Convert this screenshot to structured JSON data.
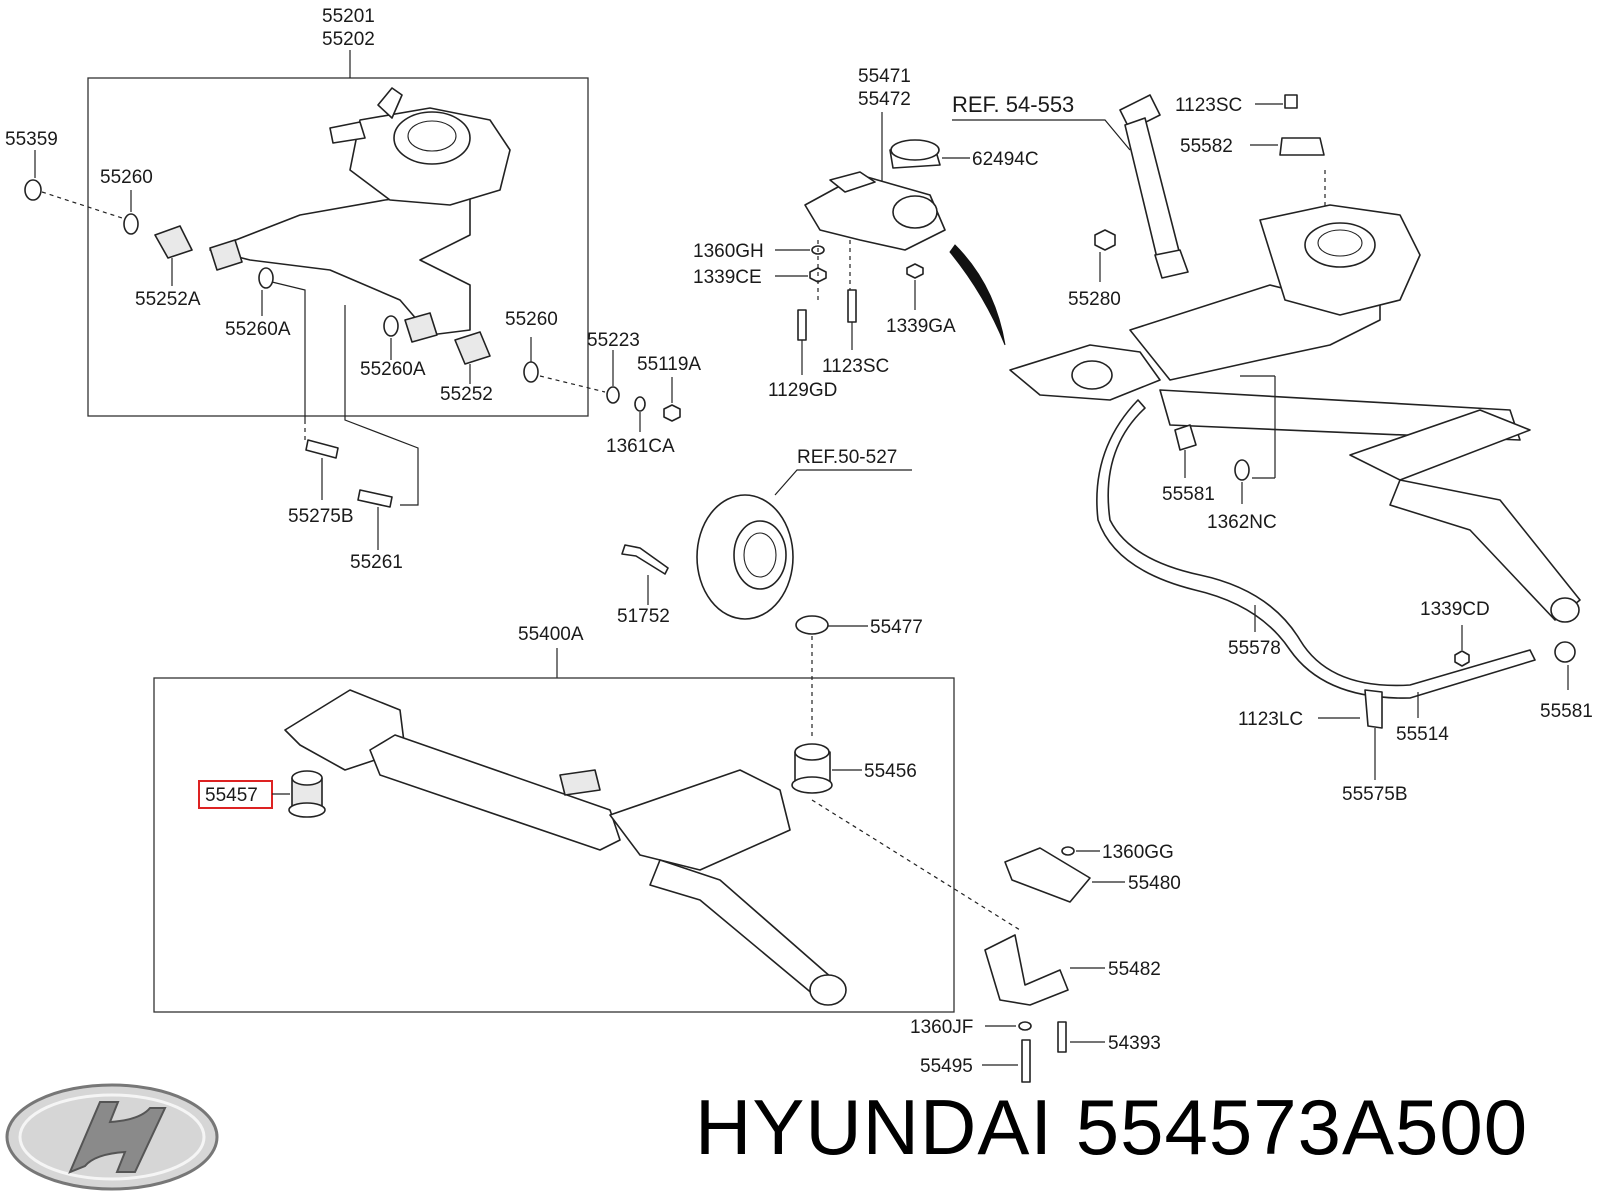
{
  "footer": {
    "brand": "HYUNDAI 554573A500"
  },
  "highlight_color": "#d22222",
  "labels": {
    "p55201": "55201",
    "p55202": "55202",
    "p55359": "55359",
    "p55260a": "55260",
    "p55252A": "55252A",
    "p55260A_1": "55260A",
    "p55260A_2": "55260A",
    "p55252": "55252",
    "p55260b": "55260",
    "p55223": "55223",
    "p55119A": "55119A",
    "p1361CA": "1361CA",
    "p55275B": "55275B",
    "p55261": "55261",
    "p55471": "55471",
    "p55472": "55472",
    "ref54553": "REF. 54-553",
    "p1123SC_top": "1123SC",
    "p62494C": "62494C",
    "p55582": "55582",
    "p1360GH": "1360GH",
    "p1339CE": "1339CE",
    "p1339GA": "1339GA",
    "p1123SC_mid": "1123SC",
    "p1129GD": "1129GD",
    "p55280": "55280",
    "ref50527": "REF.50-527",
    "p51752": "51752",
    "p55400A": "55400A",
    "p55477": "55477",
    "p55456": "55456",
    "p55457": "55457",
    "p55581_a": "55581",
    "p1362NC": "1362NC",
    "p1339CD": "1339CD",
    "p55578": "55578",
    "p55581_b": "55581",
    "p1123LC": "1123LC",
    "p55514": "55514",
    "p55575B": "55575B",
    "p1360GG": "1360GG",
    "p55480": "55480",
    "p55482": "55482",
    "p1360JF": "1360JF",
    "p54393": "54393",
    "p55495": "55495"
  }
}
